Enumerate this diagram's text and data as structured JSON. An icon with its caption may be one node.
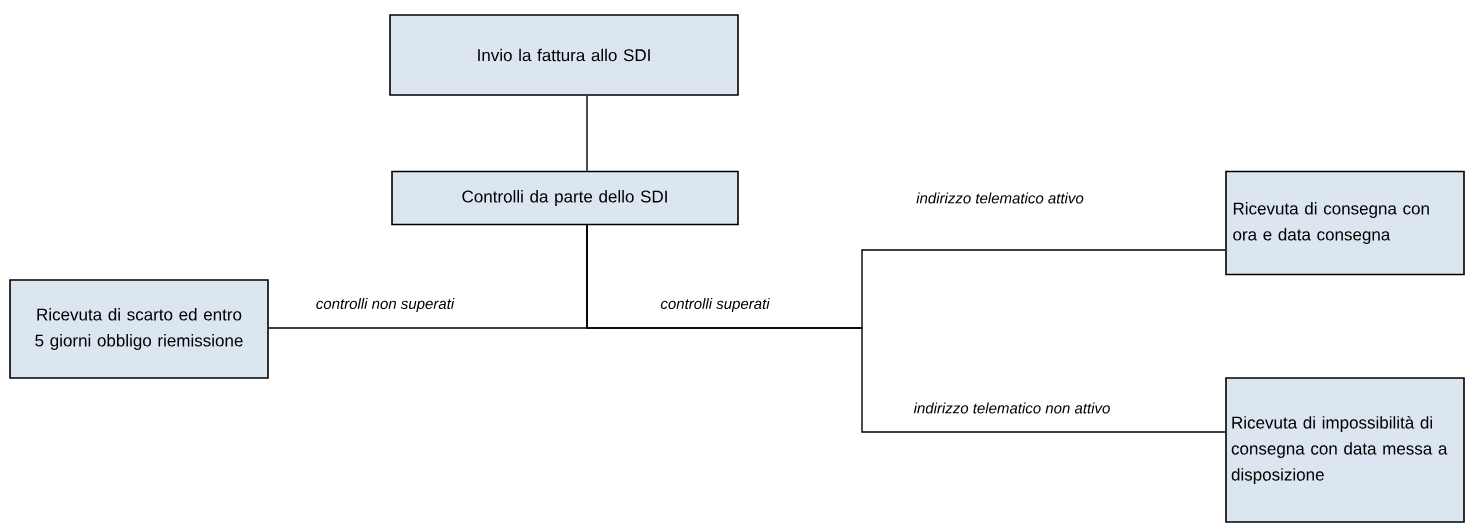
{
  "diagram": {
    "nodes": [
      {
        "text": [
          "Invio la  fattura allo SDI"
        ]
      },
      {
        "text": [
          "Controlli da parte dello SDI"
        ]
      },
      {
        "text": [
          "Ricevuta di scarto ed entro 5 giorni obbligo riemissione"
        ]
      },
      {
        "text": [
          "Ricevuta di consegna con ora e data consegna"
        ]
      },
      {
        "text": [
          "Ricevuta di impossibilità di consegna con data messa a disposizione"
        ]
      }
    ],
    "edges": [
      {
        "from": 0,
        "to": 1,
        "arrow": "none"
      },
      {
        "from": 1,
        "to": 2,
        "arrow": "none",
        "label": "controlli non superati"
      },
      {
        "from": 1,
        "to": 3,
        "arrow": "none",
        "label": "indirizzo telematico attivo"
      },
      {
        "from": 1,
        "to": 4,
        "arrow": "none",
        "label": "indirizzo telematico non attivo"
      }
    ],
    "labels": [
      "controlli superati"
    ]
  }
}
